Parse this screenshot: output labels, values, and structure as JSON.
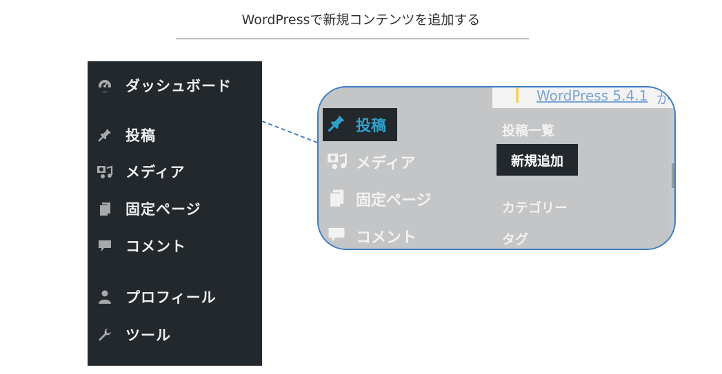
{
  "header": {
    "title": "WordPressで新規コンテンツを追加する"
  },
  "sidebar": {
    "items": [
      {
        "label": "ダッシュボード",
        "icon": "dashboard-icon"
      },
      {
        "label": "投稿",
        "icon": "pin-icon"
      },
      {
        "label": "メディア",
        "icon": "media-icon"
      },
      {
        "label": "固定ページ",
        "icon": "pages-icon"
      },
      {
        "label": "コメント",
        "icon": "comment-icon"
      },
      {
        "label": "プロフィール",
        "icon": "user-icon"
      },
      {
        "label": "ツール",
        "icon": "wrench-icon"
      }
    ]
  },
  "zoom": {
    "notice_link": "WordPress 5.4.1",
    "notice_suffix": "が",
    "menu": [
      {
        "label": "投稿",
        "icon": "pin-icon"
      },
      {
        "label": "メディア",
        "icon": "media-icon"
      },
      {
        "label": "固定ページ",
        "icon": "pages-icon"
      },
      {
        "label": "コメント",
        "icon": "comment-icon"
      }
    ],
    "submenu": [
      {
        "label": "投稿一覧"
      },
      {
        "label": "新規追加"
      },
      {
        "label": "カテゴリー"
      },
      {
        "label": "タグ"
      }
    ]
  },
  "colors": {
    "sidebar_bg": "#23282d",
    "active_text": "#2ea2cc",
    "callout_border": "#3d7dc7"
  }
}
